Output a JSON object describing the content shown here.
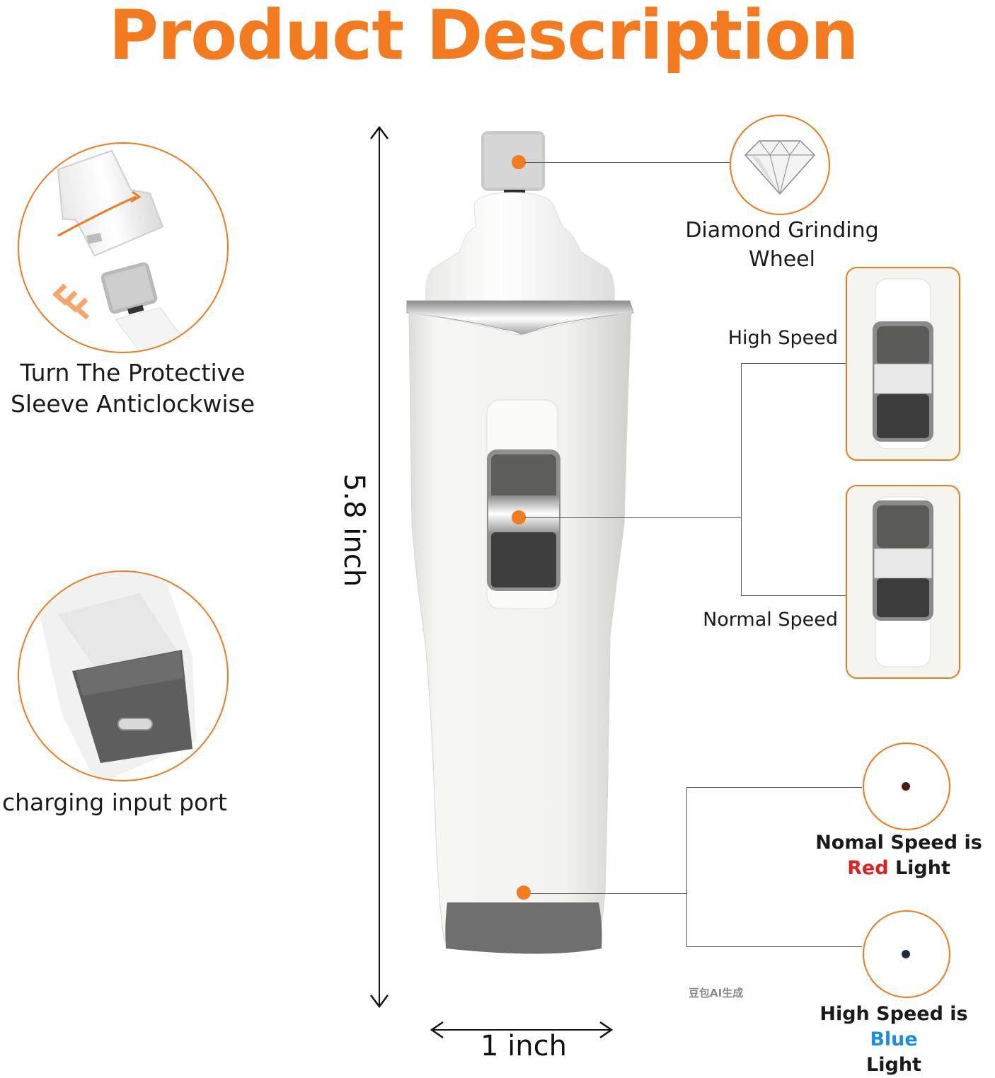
{
  "title": {
    "text": "Product Description",
    "color": "#f47a1f"
  },
  "callouts": {
    "sleeve": "Turn The Protective Sleeve Anticlockwise",
    "port": "charging input port",
    "diamond": "Diamond Grinding Wheel",
    "high_speed": "High Speed",
    "normal_speed": "Normal Speed"
  },
  "lights": {
    "red": {
      "prefix": "Nomal Speed is",
      "colored": "Red",
      "suffix": "Light",
      "color": "#e02020"
    },
    "blue": {
      "prefix": "High Speed is",
      "colored": "Blue",
      "suffix": "Light",
      "color": "#1a8fe0"
    }
  },
  "dimensions": {
    "height": "5.8 inch",
    "width": "1 inch"
  },
  "watermark": "豆包AI生成",
  "colors": {
    "accent": "#f07a1e",
    "marker": "#f27c22"
  }
}
